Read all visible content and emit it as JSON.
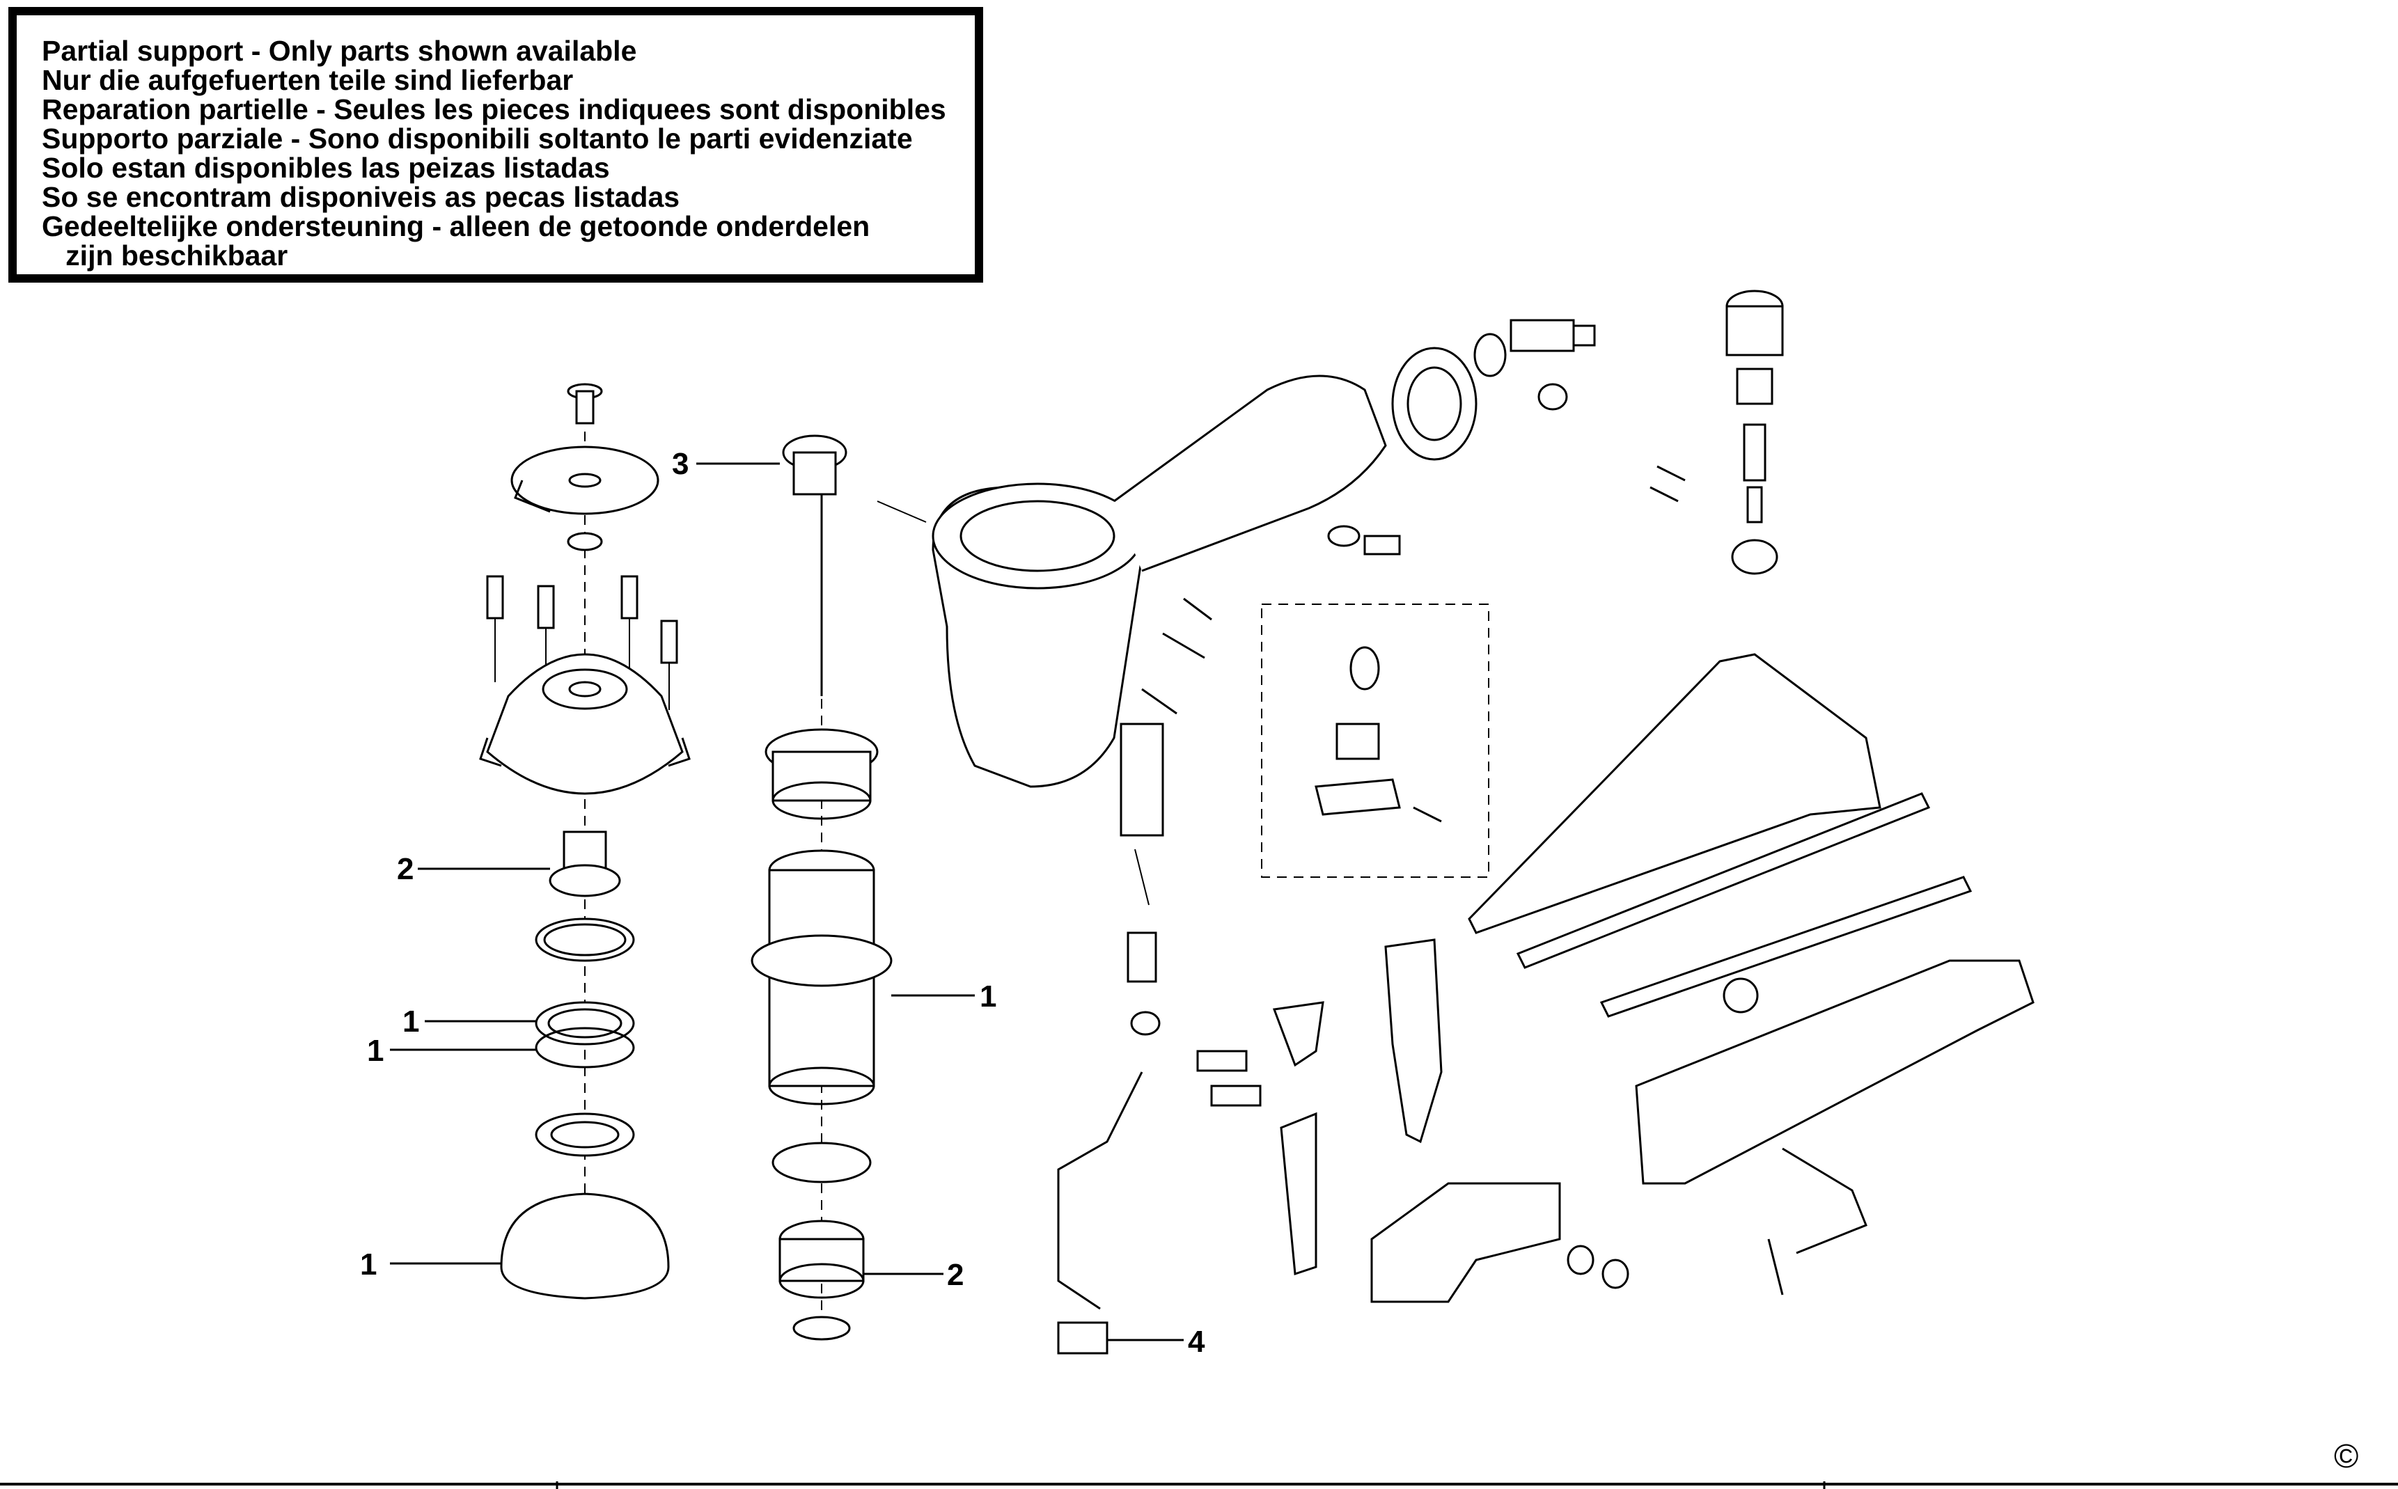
{
  "notice": {
    "lines": [
      "Partial support - Only parts shown available",
      "Nur die aufgefuerten teile sind lieferbar",
      "Reparation partielle - Seules les pieces indiquees sont disponibles",
      "Supporto parziale - Sono disponibili soltanto le parti evidenziate",
      "Solo estan disponibles las peizas listadas",
      "So se encontram disponiveis as pecas listadas",
      "Gedeeltelijke ondersteuning - alleen de getoonde onderdelen",
      "   zijn beschikbaar"
    ]
  },
  "callouts": [
    {
      "id": "callout-3-top-valve",
      "label": "3"
    },
    {
      "id": "callout-2-cap-valve",
      "label": "2"
    },
    {
      "id": "callout-1-upper-oring",
      "label": "1"
    },
    {
      "id": "callout-1-lower-oring",
      "label": "1"
    },
    {
      "id": "callout-1-gasket",
      "label": "1"
    },
    {
      "id": "callout-1-cylinder",
      "label": "1"
    },
    {
      "id": "callout-2-piston-bumper",
      "label": "2"
    },
    {
      "id": "callout-4-trigger-cap",
      "label": "4"
    }
  ],
  "copyright_symbol": "©"
}
